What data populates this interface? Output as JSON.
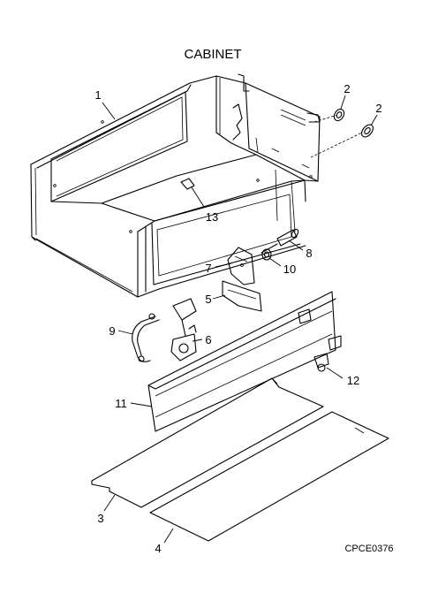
{
  "diagram": {
    "title": "CABINET",
    "code": "CPCE0376",
    "callouts": [
      {
        "id": "c1",
        "label": "1"
      },
      {
        "id": "c2a",
        "label": "2"
      },
      {
        "id": "c2b",
        "label": "2"
      },
      {
        "id": "c13",
        "label": "13"
      },
      {
        "id": "c8",
        "label": "8"
      },
      {
        "id": "c7",
        "label": "7"
      },
      {
        "id": "c10",
        "label": "10"
      },
      {
        "id": "c5",
        "label": "5"
      },
      {
        "id": "c9",
        "label": "9"
      },
      {
        "id": "c6",
        "label": "6"
      },
      {
        "id": "c12",
        "label": "12"
      },
      {
        "id": "c11",
        "label": "11"
      },
      {
        "id": "c3",
        "label": "3"
      },
      {
        "id": "c4",
        "label": "4"
      }
    ]
  }
}
